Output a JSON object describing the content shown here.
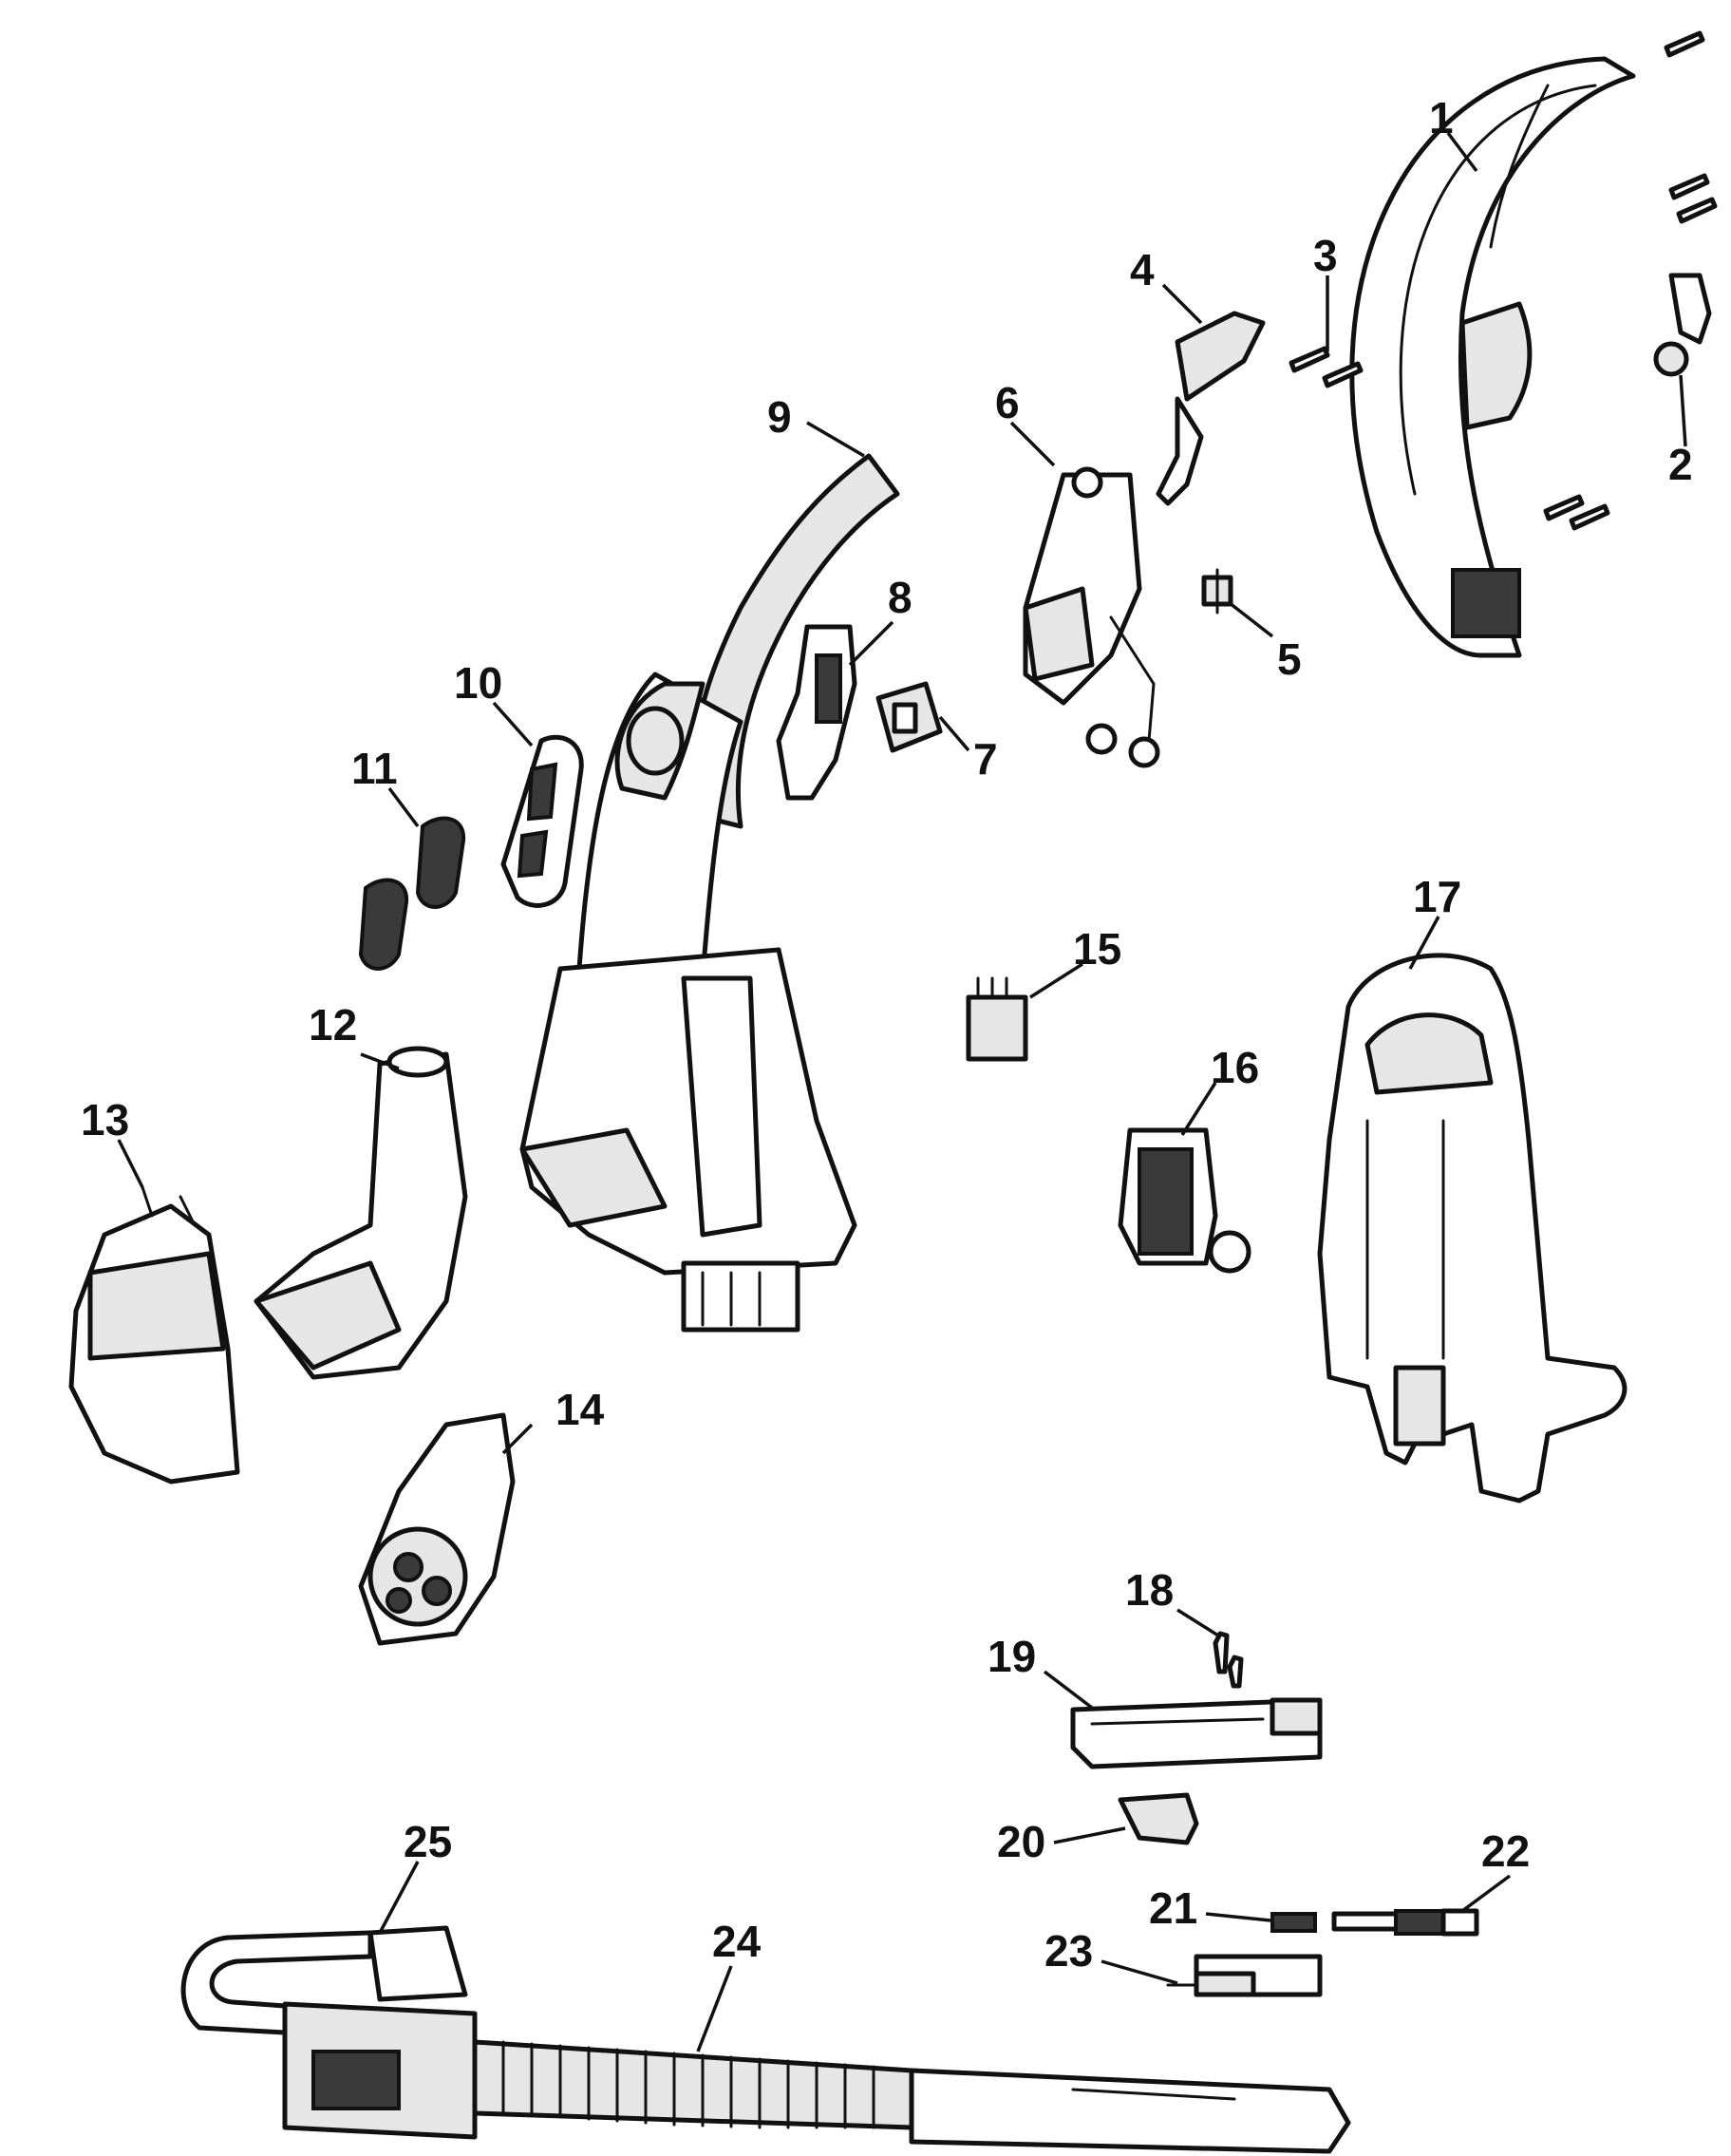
{
  "callouts": [
    {
      "id": "1",
      "label": "1"
    },
    {
      "id": "2",
      "label": "2"
    },
    {
      "id": "3",
      "label": "3"
    },
    {
      "id": "4",
      "label": "4"
    },
    {
      "id": "5",
      "label": "5"
    },
    {
      "id": "6",
      "label": "6"
    },
    {
      "id": "7",
      "label": "7"
    },
    {
      "id": "8",
      "label": "8"
    },
    {
      "id": "9",
      "label": "9"
    },
    {
      "id": "10",
      "label": "10"
    },
    {
      "id": "11",
      "label": "11"
    },
    {
      "id": "12",
      "label": "12"
    },
    {
      "id": "13",
      "label": "13"
    },
    {
      "id": "14",
      "label": "14"
    },
    {
      "id": "15",
      "label": "15"
    },
    {
      "id": "16",
      "label": "16"
    },
    {
      "id": "17",
      "label": "17"
    },
    {
      "id": "18",
      "label": "18"
    },
    {
      "id": "19",
      "label": "19"
    },
    {
      "id": "20",
      "label": "20"
    },
    {
      "id": "21",
      "label": "21"
    },
    {
      "id": "22",
      "label": "22"
    },
    {
      "id": "23",
      "label": "23"
    },
    {
      "id": "24",
      "label": "24"
    },
    {
      "id": "25",
      "label": "25"
    }
  ],
  "colors": {
    "line": "#111111",
    "background": "#ffffff",
    "shade": "#e6e6e6"
  }
}
